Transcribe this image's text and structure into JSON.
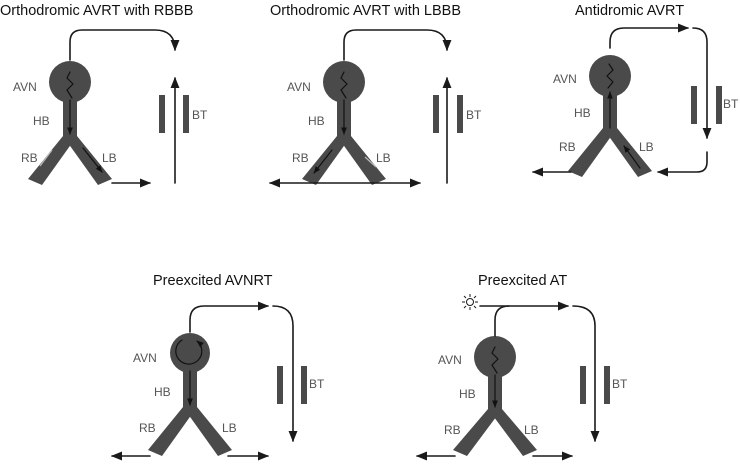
{
  "colors": {
    "structure": "#4a4a4a",
    "wire": "#1a1a1a",
    "label": "#555555",
    "title": "#111111"
  },
  "panels": [
    {
      "title": "Orthodromic AVRT with RBBB",
      "labels": {
        "avn": "AVN",
        "hb": "HB",
        "rb": "RB",
        "lb": "LB",
        "bt": "BT"
      }
    },
    {
      "title": "Orthodromic AVRT with LBBB",
      "labels": {
        "avn": "AVN",
        "hb": "HB",
        "rb": "RB",
        "lb": "LB",
        "bt": "BT"
      }
    },
    {
      "title": "Antidromic AVRT",
      "labels": {
        "avn": "AVN",
        "hb": "HB",
        "rb": "RB",
        "lb": "LB",
        "bt": "BT"
      }
    },
    {
      "title": "Preexcited AVNRT",
      "labels": {
        "avn": "AVN",
        "hb": "HB",
        "rb": "RB",
        "lb": "LB",
        "bt": "BT"
      }
    },
    {
      "title": "Preexcited AT",
      "labels": {
        "avn": "AVN",
        "hb": "HB",
        "rb": "RB",
        "lb": "LB",
        "bt": "BT"
      }
    }
  ]
}
